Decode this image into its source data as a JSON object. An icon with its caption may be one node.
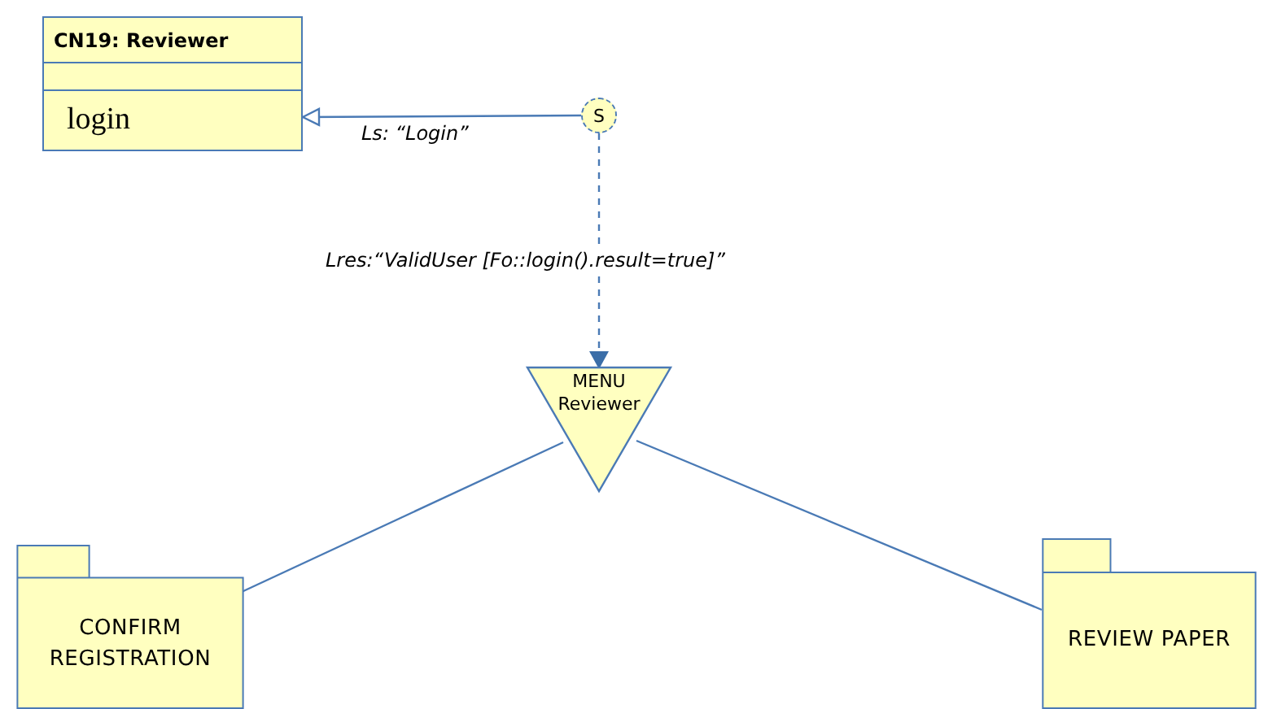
{
  "diagram": {
    "nodes": [
      {
        "text": [
          "CN19: Reviewer",
          "login"
        ]
      },
      {
        "text": [
          "S"
        ]
      },
      {
        "text": [
          "MENU Reviewer"
        ]
      },
      {
        "text": [
          "CONFIRM REGISTRATION"
        ]
      },
      {
        "text": [
          "REVIEW PAPER"
        ]
      }
    ],
    "edges": [
      {
        "from": 1,
        "to": 0,
        "arrow": "to",
        "label": "Ls: “Login”"
      },
      {
        "from": 1,
        "to": 2,
        "arrow": "to",
        "style": "dashed",
        "label": "Lres:“ValidUser [Fo::login().result=true]”"
      },
      {
        "from": 2,
        "to": 3,
        "arrow": "none"
      },
      {
        "from": 2,
        "to": 4,
        "arrow": "none"
      }
    ]
  }
}
